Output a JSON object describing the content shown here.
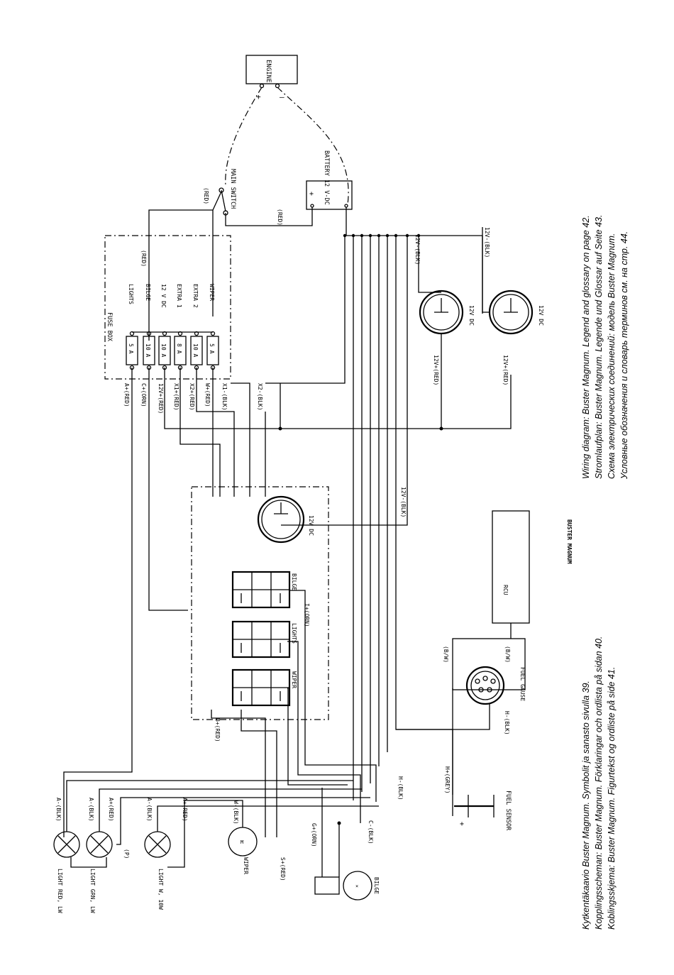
{
  "diagram": {
    "model_title": "BUSTER MAGNUM",
    "captions_right": [
      "Wiring diagram: Buster Magnum. Legend and glossary on page 42.",
      "Stromlaufplan: Buster Magnum. Legende und Glossar auf Seite 43.",
      "Схема электрических соединений: модель Buster Magnum.",
      "Условные обозначения и словарь терминов см. на стр. 44."
    ],
    "captions_left": [
      "Kytkentäkaavio Buster Magnum. Symbolit ja sanasto sivulla 39.",
      "Kopplingsscheman: Buster Magnum. Förklaringar och ordlista på sidan 40.",
      "Koblingsskjema: Buster Magnum. Figurtekst og ordliste på side 41."
    ],
    "components": {
      "engine": "ENGINE",
      "engine_plus": "+",
      "engine_minus": "–",
      "battery": "BATTERY 12 V-DC",
      "battery_plus": "+",
      "main_switch": "MAIN SWITCH",
      "fuse_box": "FUSE BOX",
      "fuel_gauge": "FUEL GAUSE",
      "fuel_sensor": "FUEL SENSOR",
      "rcu": "RCU",
      "bilge_pump": "BILGE",
      "wiper_motor": "WIPER",
      "light_red": "LIGHT RED, LW",
      "light_grn": "LIGHT GRN, LW",
      "light_w": "LIGHT W, 10W"
    },
    "fuse_labels": [
      "LIGHTS",
      "BILGE",
      "12 V DC",
      "EXTRA 1",
      "EXTRA 2",
      "WIPER"
    ],
    "fuse_ratings": [
      "5 A",
      "10 A",
      "10 A",
      "8 A",
      "10 A",
      "5 A"
    ],
    "fuse_out_wires": [
      "A+(RED)",
      "C+(ORN)",
      "12V+(RED)",
      "X1+(RED)",
      "X2+(RED)",
      "W+(RED)",
      "X1-(BLK)",
      "X2-(BLK)"
    ],
    "wire_labels": {
      "red_top": "(RED)",
      "red_main": "(RED)",
      "red_fuse": "(RED)",
      "sock1_neg": "12V-(BLK)",
      "sock2_neg": "12V-(BLK)",
      "sock1_pos": "12V+(RED)",
      "sock2_pos": "12V+(RED)",
      "dash_neg": "12V-(BLK)",
      "b_red": "B+(RED)",
      "i_orn": "I+(ORN)",
      "vw": "(B/W)",
      "h_blk_gauge": "H-(BLK)",
      "h_blk": "H-(BLK)",
      "h_grey": "H+(GREY)",
      "c_blk": "C-(BLK)",
      "g_orn": "G+(ORN)",
      "s_red": "S+(RED)",
      "w_blk": "W-(BLK)",
      "a_red2": "A+(RED)",
      "a_blk1": "A-(BLK)",
      "a_blk2": "A-(BLK)",
      "a_red1": "A+(RED)",
      "a_blk3": "A-(BLK)",
      "p_label": "(P)",
      "sock_dc1": "12V DC",
      "sock_dc2": "12V DC",
      "sock_dc3": "12V DC"
    },
    "switch_labels": [
      "BILGE",
      "LIGHTS",
      "WIPER"
    ]
  }
}
